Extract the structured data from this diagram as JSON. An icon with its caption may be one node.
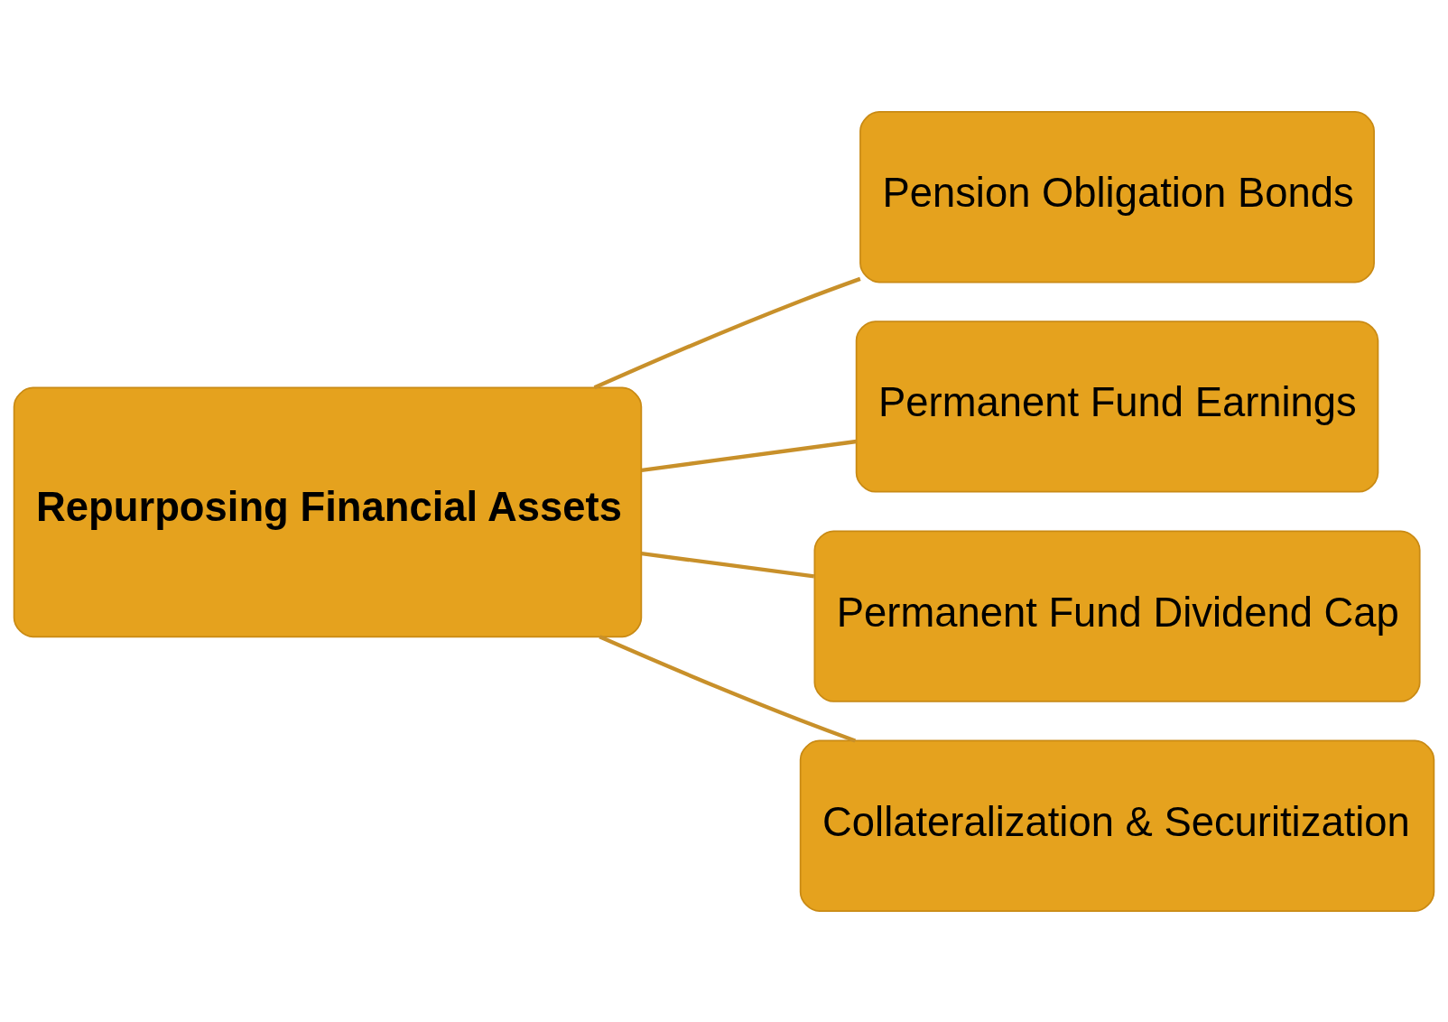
{
  "diagram": {
    "nodes": [
      {
        "text": [
          "Repurposing Financial Assets"
        ]
      },
      {
        "text": [
          "Pension Obligation Bonds"
        ]
      },
      {
        "text": [
          "Permanent Fund Earnings"
        ]
      },
      {
        "text": [
          "Permanent Fund Dividend Cap"
        ]
      },
      {
        "text": [
          "Collateralization & Securitization"
        ]
      }
    ],
    "edges": [
      {
        "from": 0,
        "to": 1,
        "arrow": "none"
      },
      {
        "from": 0,
        "to": 2,
        "arrow": "none"
      },
      {
        "from": 0,
        "to": 3,
        "arrow": "none"
      },
      {
        "from": 0,
        "to": 4,
        "arrow": "none"
      }
    ]
  }
}
